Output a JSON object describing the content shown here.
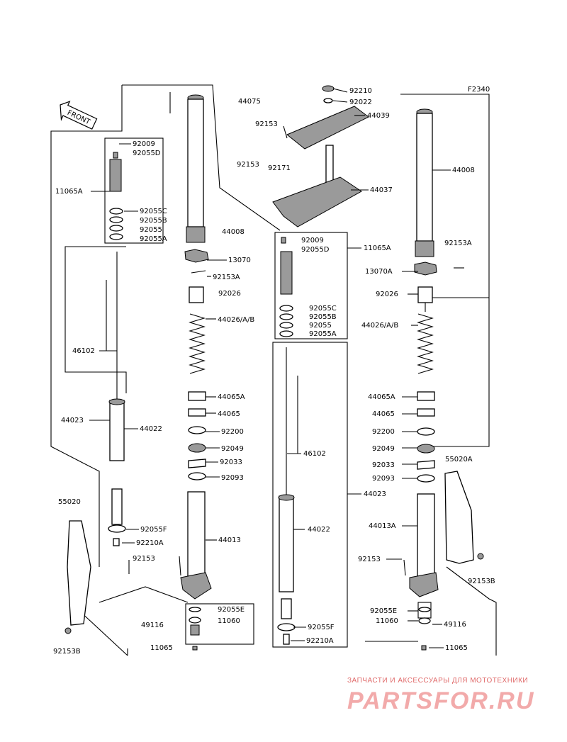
{
  "diagram_code": "F2340",
  "front_marker": "FRONT",
  "labels": {
    "p92009_l": "92009",
    "p92055D_l": "92055D",
    "p11065A_l": "11065A",
    "p92055C_l": "92055C",
    "p92055B_l": "92055B",
    "p92055_l": "92055",
    "p92055A_l": "92055A",
    "p46102_l": "46102",
    "p44023_l": "44023",
    "p44022_l": "44022",
    "p92055F_l": "92055F",
    "p92210A_l": "92210A",
    "p92153_l": "92153",
    "p55020": "55020",
    "p92153B_l": "92153B",
    "p44075": "44075",
    "p44008_l": "44008",
    "p13070": "13070",
    "p92153A_l": "92153A",
    "p92026_l": "92026",
    "p44026_l": "44026/A/B",
    "p44065A_l": "44065A",
    "p44065_l": "44065",
    "p92200_l": "92200",
    "p92049_l": "92049",
    "p92033_l": "92033",
    "p92093_l": "92093",
    "p44013": "44013",
    "p92055E_l": "92055E",
    "p11060_l": "11060",
    "p49116_l": "49116",
    "p11065_l": "11065",
    "p92210": "92210",
    "p92022": "92022",
    "p44039": "44039",
    "p92153_t": "92153",
    "p92153_m": "92153",
    "p92171": "92171",
    "p44037": "44037",
    "p92009_r": "92009",
    "p92055D_r": "92055D",
    "p11065A_r": "11065A",
    "p92055C_r": "92055C",
    "p92055B_r": "92055B",
    "p92055_r": "92055",
    "p92055A_r": "92055A",
    "p46102_r": "46102",
    "p44023_r": "44023",
    "p44022_r": "44022",
    "p92055F_r": "92055F",
    "p92210A_r": "92210A",
    "p44008_r": "44008",
    "p92153A_r": "92153A",
    "p13070A": "13070A",
    "p92026_r": "92026",
    "p44026_r": "44026/A/B",
    "p44065A_r": "44065A",
    "p44065_r": "44065",
    "p92200_r": "92200",
    "p92049_r": "92049",
    "p92033_r": "92033",
    "p92093_r": "92093",
    "p44013A": "44013A",
    "p92153_r": "92153",
    "p55020A": "55020A",
    "p92153B_r": "92153B",
    "p92055E_r": "92055E",
    "p11060_r": "11060",
    "p49116_r": "49116",
    "p11065_r": "11065"
  },
  "watermark": {
    "tagline": "ЗАПЧАСТИ И АКСЕССУАРЫ ДЛЯ МОТОТЕХНИКИ",
    "brand": "PARTSFOR.RU"
  },
  "colors": {
    "watermark": "#e06a6a",
    "parts_shade": "#9a9a9a"
  }
}
